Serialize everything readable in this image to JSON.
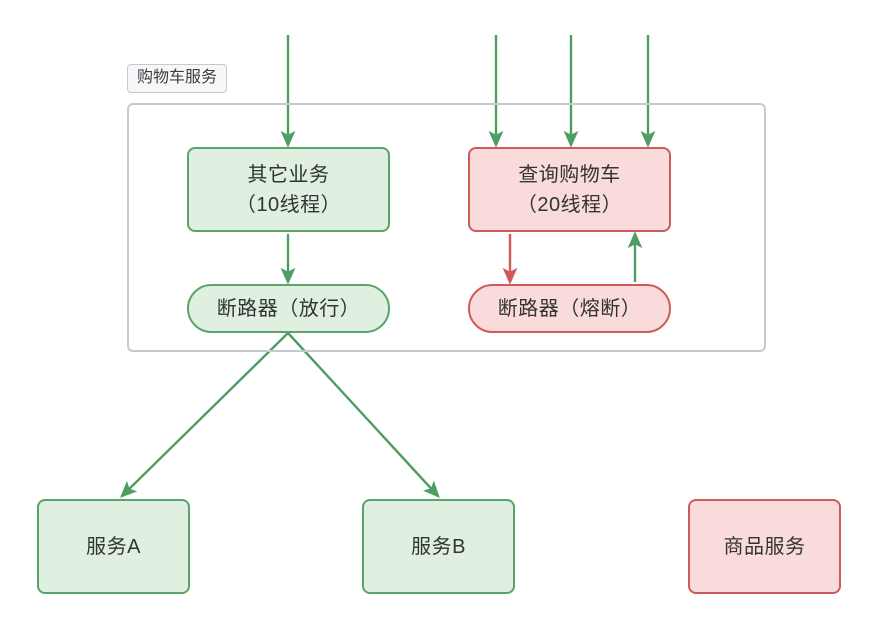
{
  "diagram": {
    "title_group": "购物车服务",
    "colors": {
      "green_fill": "#dff0e0",
      "green_stroke": "#5aa46a",
      "red_fill": "#fadbdb",
      "red_stroke": "#cf5a5a",
      "container_stroke": "#c5c9d1",
      "label_fill": "#f6f7f9",
      "text": "#333333"
    },
    "nodes": [
      {
        "id": "other-biz",
        "lines": [
          "其它业务",
          "（10线程）"
        ],
        "style": "green",
        "shape": "rect"
      },
      {
        "id": "query-cart",
        "lines": [
          "查询购物车",
          "（20线程）"
        ],
        "style": "red",
        "shape": "rect"
      },
      {
        "id": "breaker-pass",
        "lines": [
          "断路器（放行）"
        ],
        "style": "green",
        "shape": "pill"
      },
      {
        "id": "breaker-open",
        "lines": [
          "断路器（熔断）"
        ],
        "style": "red",
        "shape": "pill"
      },
      {
        "id": "service-a",
        "lines": [
          "服务A"
        ],
        "style": "green",
        "shape": "rect"
      },
      {
        "id": "service-b",
        "lines": [
          "服务B"
        ],
        "style": "green",
        "shape": "rect"
      },
      {
        "id": "product-service",
        "lines": [
          "商品服务"
        ],
        "style": "red",
        "shape": "rect"
      }
    ],
    "edges": [
      {
        "id": "in-other-biz",
        "from": "external",
        "to": "other-biz",
        "color": "#4e9e63"
      },
      {
        "id": "in-query-cart-1",
        "from": "external",
        "to": "query-cart",
        "color": "#4e9e63"
      },
      {
        "id": "in-query-cart-2",
        "from": "external",
        "to": "query-cart",
        "color": "#4e9e63"
      },
      {
        "id": "in-query-cart-3",
        "from": "external",
        "to": "query-cart",
        "color": "#4e9e63"
      },
      {
        "id": "other-biz-to-breaker-pass",
        "from": "other-biz",
        "to": "breaker-pass",
        "color": "#4e9e63"
      },
      {
        "id": "query-cart-to-breaker-open",
        "from": "query-cart",
        "to": "breaker-open",
        "color": "#cf5a5a"
      },
      {
        "id": "breaker-open-to-query-cart",
        "from": "breaker-open",
        "to": "query-cart",
        "color": "#4e9e63"
      },
      {
        "id": "breaker-pass-to-service-a",
        "from": "breaker-pass",
        "to": "service-a",
        "color": "#4e9e63"
      },
      {
        "id": "breaker-pass-to-service-b",
        "from": "breaker-pass",
        "to": "service-b",
        "color": "#4e9e63"
      }
    ]
  }
}
